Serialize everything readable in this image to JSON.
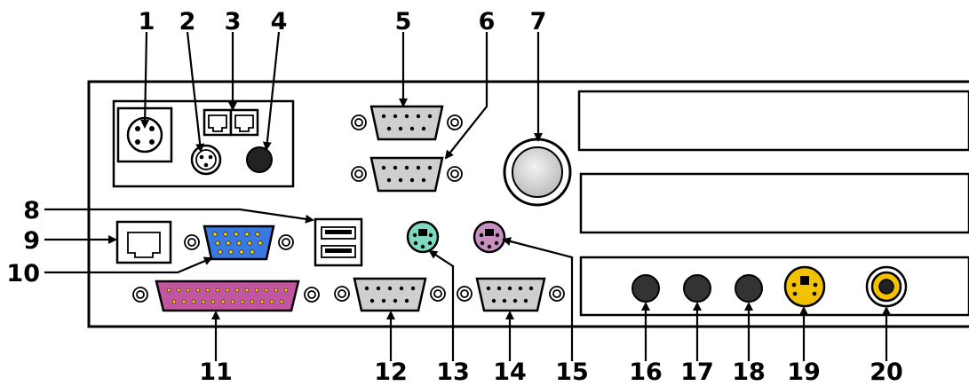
{
  "labels": [
    "1",
    "2",
    "3",
    "4",
    "5",
    "6",
    "7",
    "8",
    "9",
    "10",
    "11",
    "12",
    "13",
    "14",
    "15",
    "16",
    "17",
    "18",
    "19",
    "20"
  ],
  "colors": {
    "serial": "#cfcfcf",
    "vga": "#3b78e0",
    "parallel": "#c255a0",
    "ps2_mouse": "#7fd8c0",
    "ps2_keyboard": "#c890c0",
    "svideo": "#f2c200",
    "composite": "#f2c200",
    "audio": "#333333",
    "fan_center": "#f2f2f2",
    "fan_edge": "#bdbdbd"
  }
}
